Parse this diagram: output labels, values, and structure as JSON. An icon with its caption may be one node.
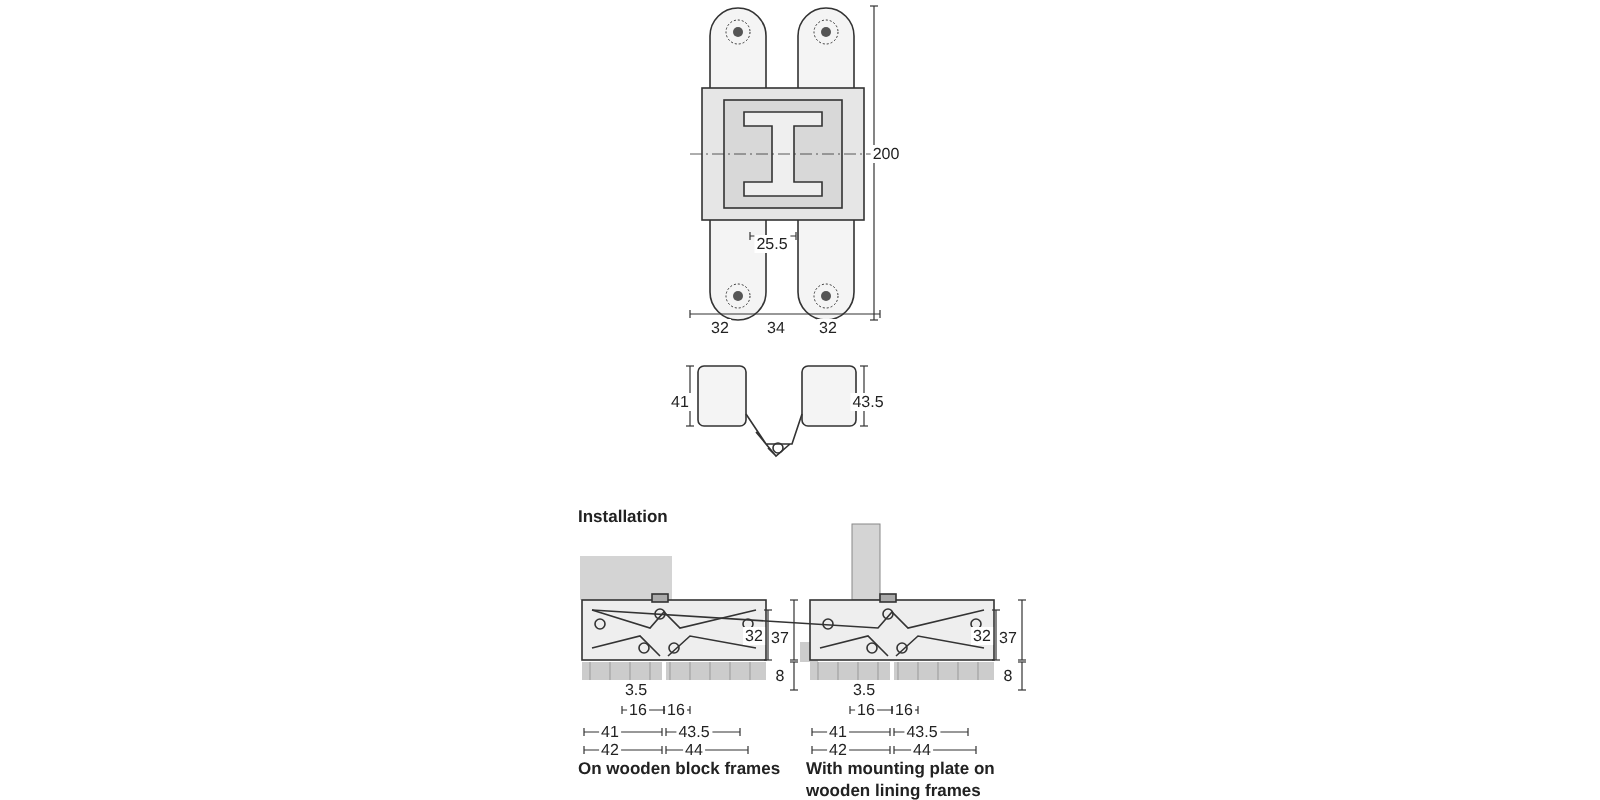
{
  "diagram": {
    "labels": [
      "200",
      "25.5",
      "32",
      "34",
      "32",
      "41",
      "43.5",
      "Installation",
      "32",
      "37",
      "8",
      "3.5",
      "16",
      "16",
      "41",
      "43.5",
      "42",
      "44",
      "On wooden block frames",
      "32",
      "37",
      "8",
      "3.5",
      "16",
      "16",
      "41",
      "43.5",
      "42",
      "44",
      "With mounting plate on wooden lining frames"
    ]
  }
}
